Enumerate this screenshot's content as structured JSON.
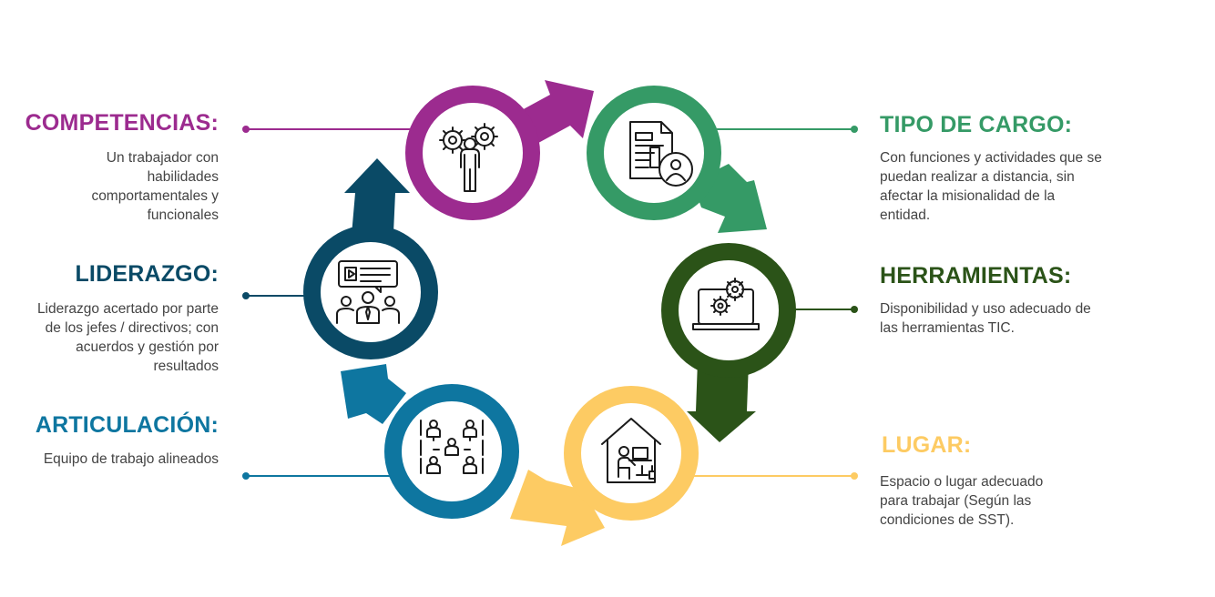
{
  "colors": {
    "competencias": "#9C2B8F",
    "tipo_de_cargo": "#359A66",
    "herramientas": "#2B5318",
    "lugar": "#FDCB63",
    "articulacion": "#0E76A0",
    "liderazgo": "#0A4A66"
  },
  "items": {
    "competencias": {
      "title": "COMPETENCIAS:",
      "desc_lines": [
        "Un trabajador con",
        "habilidades",
        "comportamentales y",
        "funcionales"
      ],
      "icon": "gears-person-icon"
    },
    "tipo_de_cargo": {
      "title": "TIPO DE CARGO:",
      "desc_lines": [
        "Con funciones y actividades que se",
        "puedan realizar a distancia, sin",
        "afectar la misionalidad de la",
        "entidad."
      ],
      "icon": "document-user-icon"
    },
    "herramientas": {
      "title": "HERRAMIENTAS:",
      "desc_lines": [
        "Disponibilidad y uso adecuado de",
        "las herramientas TIC."
      ],
      "icon": "laptop-gears-icon"
    },
    "lugar": {
      "title": "LUGAR:",
      "desc_lines": [
        "Espacio o lugar adecuado",
        "para trabajar (Según las",
        "condiciones de SST)."
      ],
      "icon": "home-office-icon"
    },
    "articulacion": {
      "title": "ARTICULACIÓN:",
      "desc_lines": [
        "Equipo de trabajo alineados"
      ],
      "icon": "team-network-icon"
    },
    "liderazgo": {
      "title": "LIDERAZGO:",
      "desc_lines": [
        "Liderazgo acertado por parte",
        "de los jefes / directivos; con",
        "acuerdos y gestión por",
        "resultados"
      ],
      "icon": "leader-presentation-icon"
    }
  }
}
